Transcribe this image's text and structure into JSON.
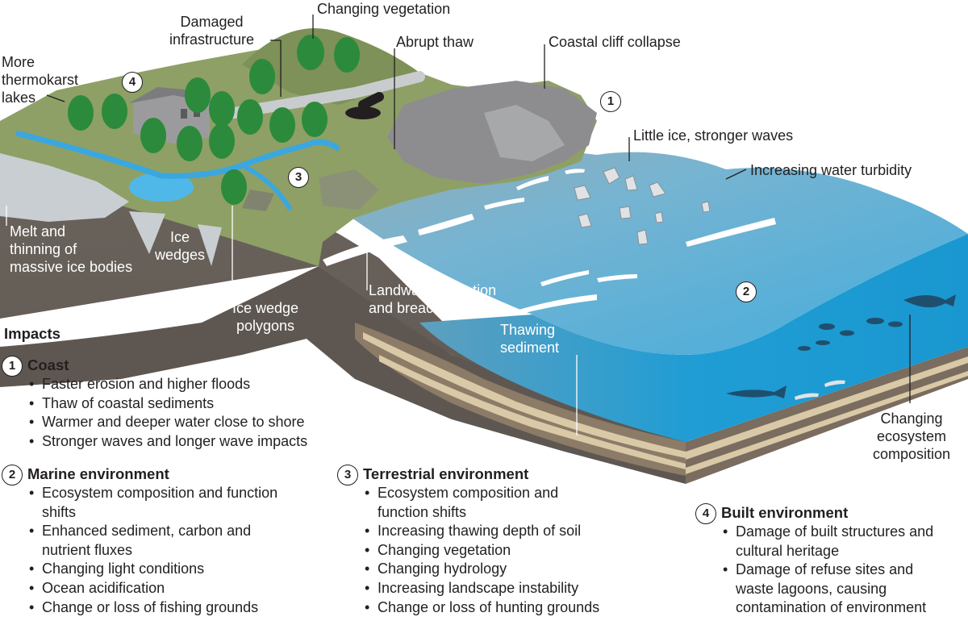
{
  "labels": {
    "damaged_infrastructure": [
      "Damaged",
      "infrastructure"
    ],
    "changing_vegetation": "Changing vegetation",
    "abrupt_thaw": "Abrupt thaw",
    "coastal_cliff_collapse": "Coastal cliff collapse",
    "thermokarst_lakes": [
      "More",
      "thermokarst",
      "lakes"
    ],
    "little_ice": "Little ice, stronger waves",
    "water_turbidity": "Increasing water turbidity",
    "melt_ice_bodies": [
      "Melt and",
      "thinning of",
      "massive ice bodies"
    ],
    "ice_wedges": [
      "Ice",
      "wedges"
    ],
    "ice_wedge_polygons": [
      "Ice wedge",
      "polygons"
    ],
    "landward_migration": [
      "Landward migration",
      "and breaching"
    ],
    "thawing_sediment": [
      "Thawing",
      "sediment"
    ],
    "ecosystem_composition": [
      "Changing",
      "ecosystem",
      "composition"
    ]
  },
  "markers": {
    "m1": "1",
    "m2": "2",
    "m3": "3",
    "m4": "4"
  },
  "impacts": {
    "title": "Impacts",
    "coast": {
      "number": "1",
      "title": "Coast",
      "items": [
        "Faster erosion and higher floods",
        "Thaw of coastal sediments",
        "Warmer and deeper water close to shore",
        "Stronger waves and longer wave impacts"
      ]
    },
    "marine": {
      "number": "2",
      "title": "Marine environment",
      "items": [
        "Ecosystem composition and function shifts",
        "Enhanced sediment, carbon and nutrient fluxes",
        "Changing light conditions",
        "Ocean acidification",
        "Change or loss of fishing grounds"
      ]
    },
    "terrestrial": {
      "number": "3",
      "title": "Terrestrial environment",
      "items": [
        "Ecosystem composition and function shifts",
        "Increasing thawing depth of soil",
        "Changing vegetation",
        "Changing hydrology",
        "Increasing landscape instability",
        "Change or loss of hunting grounds"
      ]
    },
    "built": {
      "number": "4",
      "title": "Built environment",
      "items": [
        "Damage of built structures and cultural heritage",
        "Damage of refuse sites and waste lagoons, causing contamination of environment"
      ]
    }
  },
  "colors": {
    "land_top": "#8ea066",
    "soil": "#6e6760",
    "soil_dark": "#5b5550",
    "sea": "#2fa7d8",
    "sea_deep": "#1a93cc",
    "ice": "#c9ced2",
    "cliff": "#8d8d8f",
    "tree": "#2c8a3c"
  }
}
